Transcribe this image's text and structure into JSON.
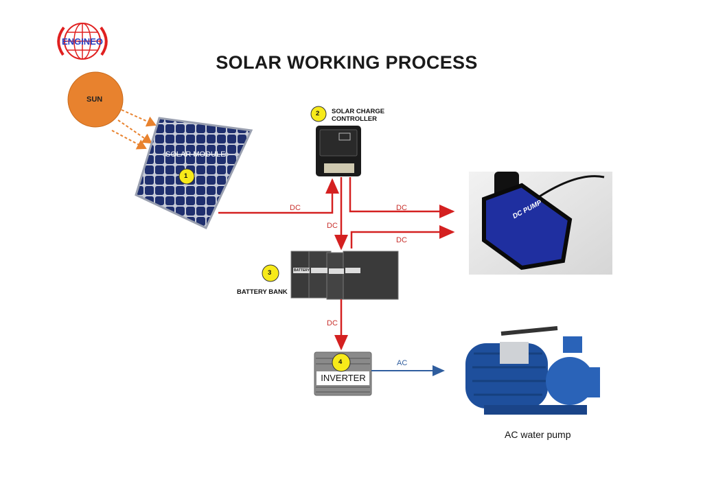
{
  "logo": {
    "text": "ENGINEO"
  },
  "title": "SOLAR WORKING PROCESS",
  "sun": {
    "label": "SUN",
    "color": "#E8822E"
  },
  "components": [
    {
      "number": "1",
      "label": "SOLAR MODULE"
    },
    {
      "number": "2",
      "label_line1": "SOLAR CHARGE",
      "label_line2": "CONTROLLER"
    },
    {
      "number": "3",
      "label": "BATTERY BANK",
      "battery_text": "BATTERY"
    },
    {
      "number": "4",
      "label": "INVERTER"
    }
  ],
  "flows": {
    "panel_to_controller": "DC",
    "controller_to_dc_pump": "DC",
    "controller_to_battery": "DC",
    "battery_to_dc_pump": "DC",
    "battery_to_inverter": "DC",
    "inverter_to_ac_pump": "AC"
  },
  "dc_pump": {
    "text": "DC PUMP"
  },
  "ac_pump": {
    "caption": "AC water pump"
  },
  "colors": {
    "dc": "#D42020",
    "ac": "#2F5D9E",
    "badge": "#F7EA1A"
  }
}
